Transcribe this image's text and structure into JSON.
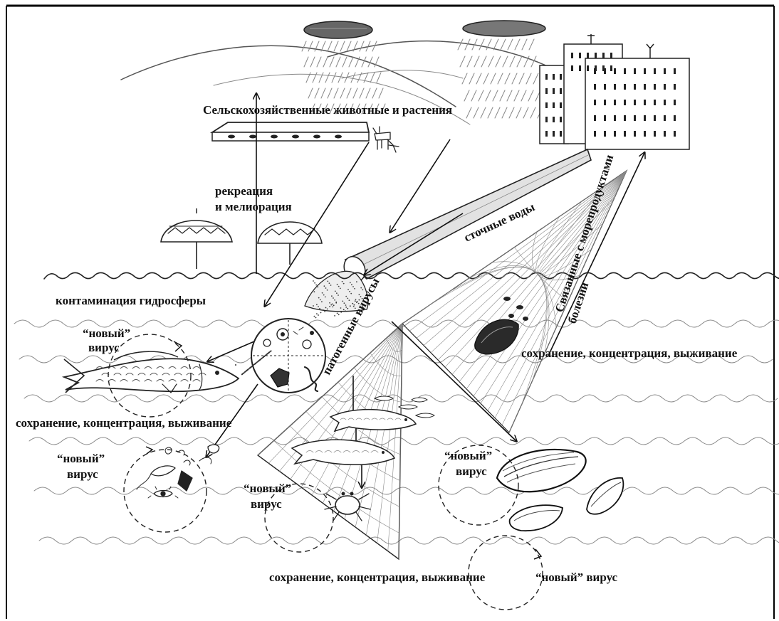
{
  "labels": {
    "agri": "Сельскохозяйственные животные и растения",
    "recreation_line1": "рекреация",
    "recreation_line2": "и мелиорация",
    "sewage": "сточные воды",
    "seafood_line1": "Связанные с морепродуктами",
    "seafood_line2": "болезни",
    "contamination": "контаминация  гидросферы",
    "pathogens": "патогенные вирусы",
    "new_virus_fish_1": "“новый”",
    "new_virus_fish_2": "вирус",
    "survival_left": "сохранение, концентрация, выживание",
    "new_virus_micro_1": "“новый”",
    "new_virus_micro_2": "вирус",
    "new_virus_net_1": "“новый”",
    "new_virus_net_2": "вирус",
    "new_virus_mussel_1": "“новый”",
    "new_virus_mussel_2": "вирус",
    "survival_right": "сохранение, концентрация, выживание",
    "survival_bottom": "сохранение, концентрация, выживание",
    "new_virus_bottom": "“новый” вирус"
  }
}
